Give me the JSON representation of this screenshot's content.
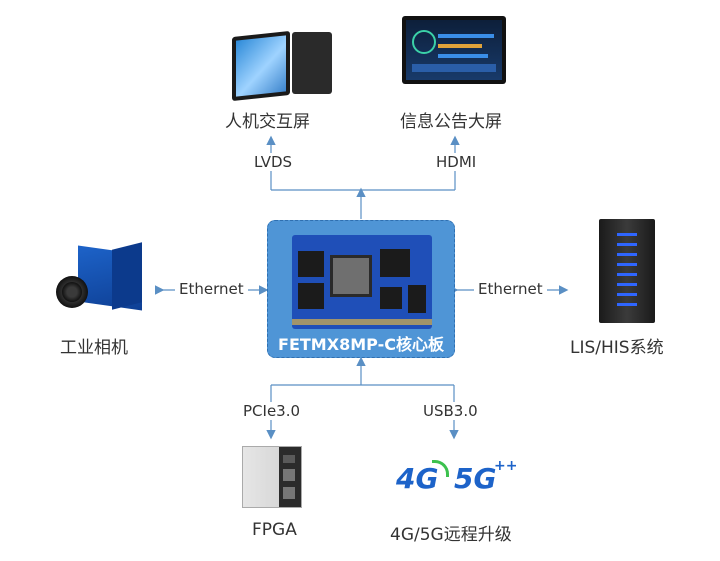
{
  "top_left": {
    "title": "人机交互屏",
    "interface": "LVDS",
    "icon": "touch-panel-display-icon"
  },
  "top_right": {
    "title": "信息公告大屏",
    "interface": "HDMI",
    "icon": "large-display-icon"
  },
  "left": {
    "title": "工业相机",
    "interface": "Ethernet",
    "icon": "industrial-camera-icon"
  },
  "right": {
    "title": "LIS/HIS系统",
    "interface": "Ethernet",
    "icon": "server-rack-icon"
  },
  "bottom_left": {
    "title": "FPGA",
    "interface": "PCIe3.0",
    "icon": "fpga-module-icon"
  },
  "bottom_right": {
    "title": "4G/5G远程升级",
    "interface": "USB3.0",
    "icon": "4g-5g-logo-icon",
    "logo_4g": "4G",
    "logo_5g": "5G"
  },
  "center": {
    "title": "FETMX8MP-C核心板",
    "icon": "som-board-icon"
  },
  "colors": {
    "board": "#4f95d6",
    "line": "#5a8fc4",
    "brand_blue": "#1d63c9"
  }
}
